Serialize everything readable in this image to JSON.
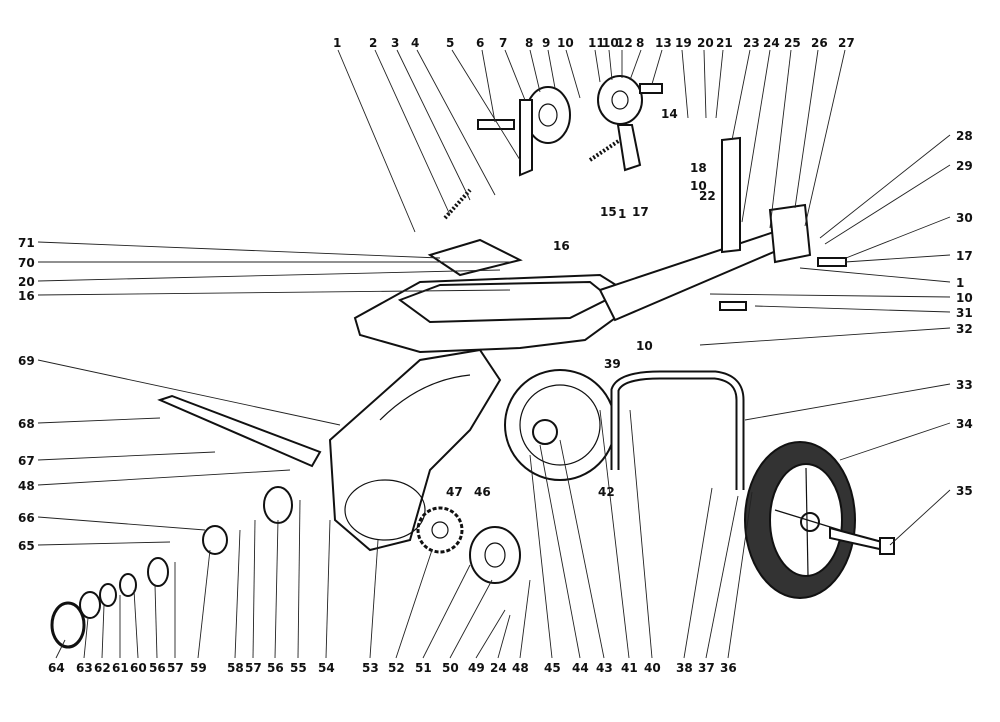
{
  "diagram": {
    "labels": {
      "top": [
        "1",
        "2",
        "3",
        "4",
        "5",
        "6",
        "7",
        "8",
        "9",
        "10",
        "11",
        "10",
        "12",
        "8",
        "13",
        "19",
        "20",
        "21",
        "23",
        "24",
        "25",
        "26",
        "27"
      ],
      "left": [
        "71",
        "70",
        "20",
        "16",
        "69",
        "68",
        "67",
        "48",
        "66",
        "65"
      ],
      "right": [
        "28",
        "29",
        "30",
        "17",
        "1",
        "10",
        "31",
        "32",
        "33",
        "34",
        "35"
      ],
      "bottom": [
        "64",
        "63",
        "62",
        "61",
        "60",
        "56",
        "57",
        "59",
        "58",
        "57",
        "56",
        "55",
        "54",
        "53",
        "52",
        "51",
        "50",
        "49",
        "24",
        "48",
        "45",
        "44",
        "43",
        "41",
        "40",
        "38",
        "37",
        "36"
      ],
      "inner": [
        "14",
        "18",
        "10",
        "22",
        "17",
        "15",
        "1",
        "16",
        "10",
        "39",
        "47",
        "46",
        "42"
      ]
    }
  }
}
